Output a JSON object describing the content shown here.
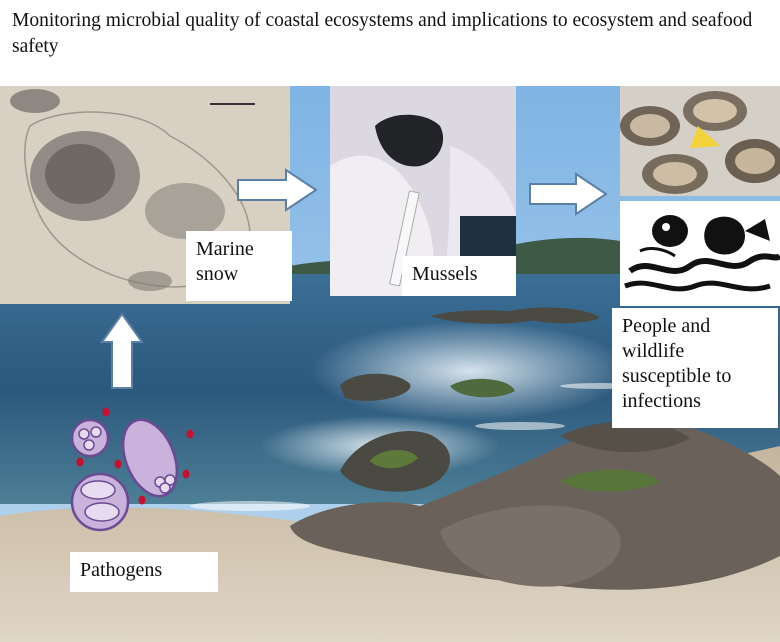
{
  "title": "Monitoring microbial quality of coastal ecosystems and implications to ecosystem and seafood safety",
  "labels": {
    "marine_snow": "Marine snow",
    "mussels": "Mussels",
    "people_wildlife": "People and wildlife susceptible to infections",
    "pathogens": "Pathogens"
  },
  "colors": {
    "sky": "#8fbde6",
    "sea": "#2f5f86",
    "sand": "#cfc2ae",
    "pathogen_fill": "#c9b3dc",
    "pathogen_stroke": "#6c4a93",
    "pathogen_dot": "#c8102e",
    "arrow_fill": "#ffffff"
  },
  "icons": [
    "arrow-right-icon",
    "arrow-up-icon",
    "pathogen-cell-icon",
    "bird-icon",
    "oyster-icon",
    "mussel-icon"
  ]
}
